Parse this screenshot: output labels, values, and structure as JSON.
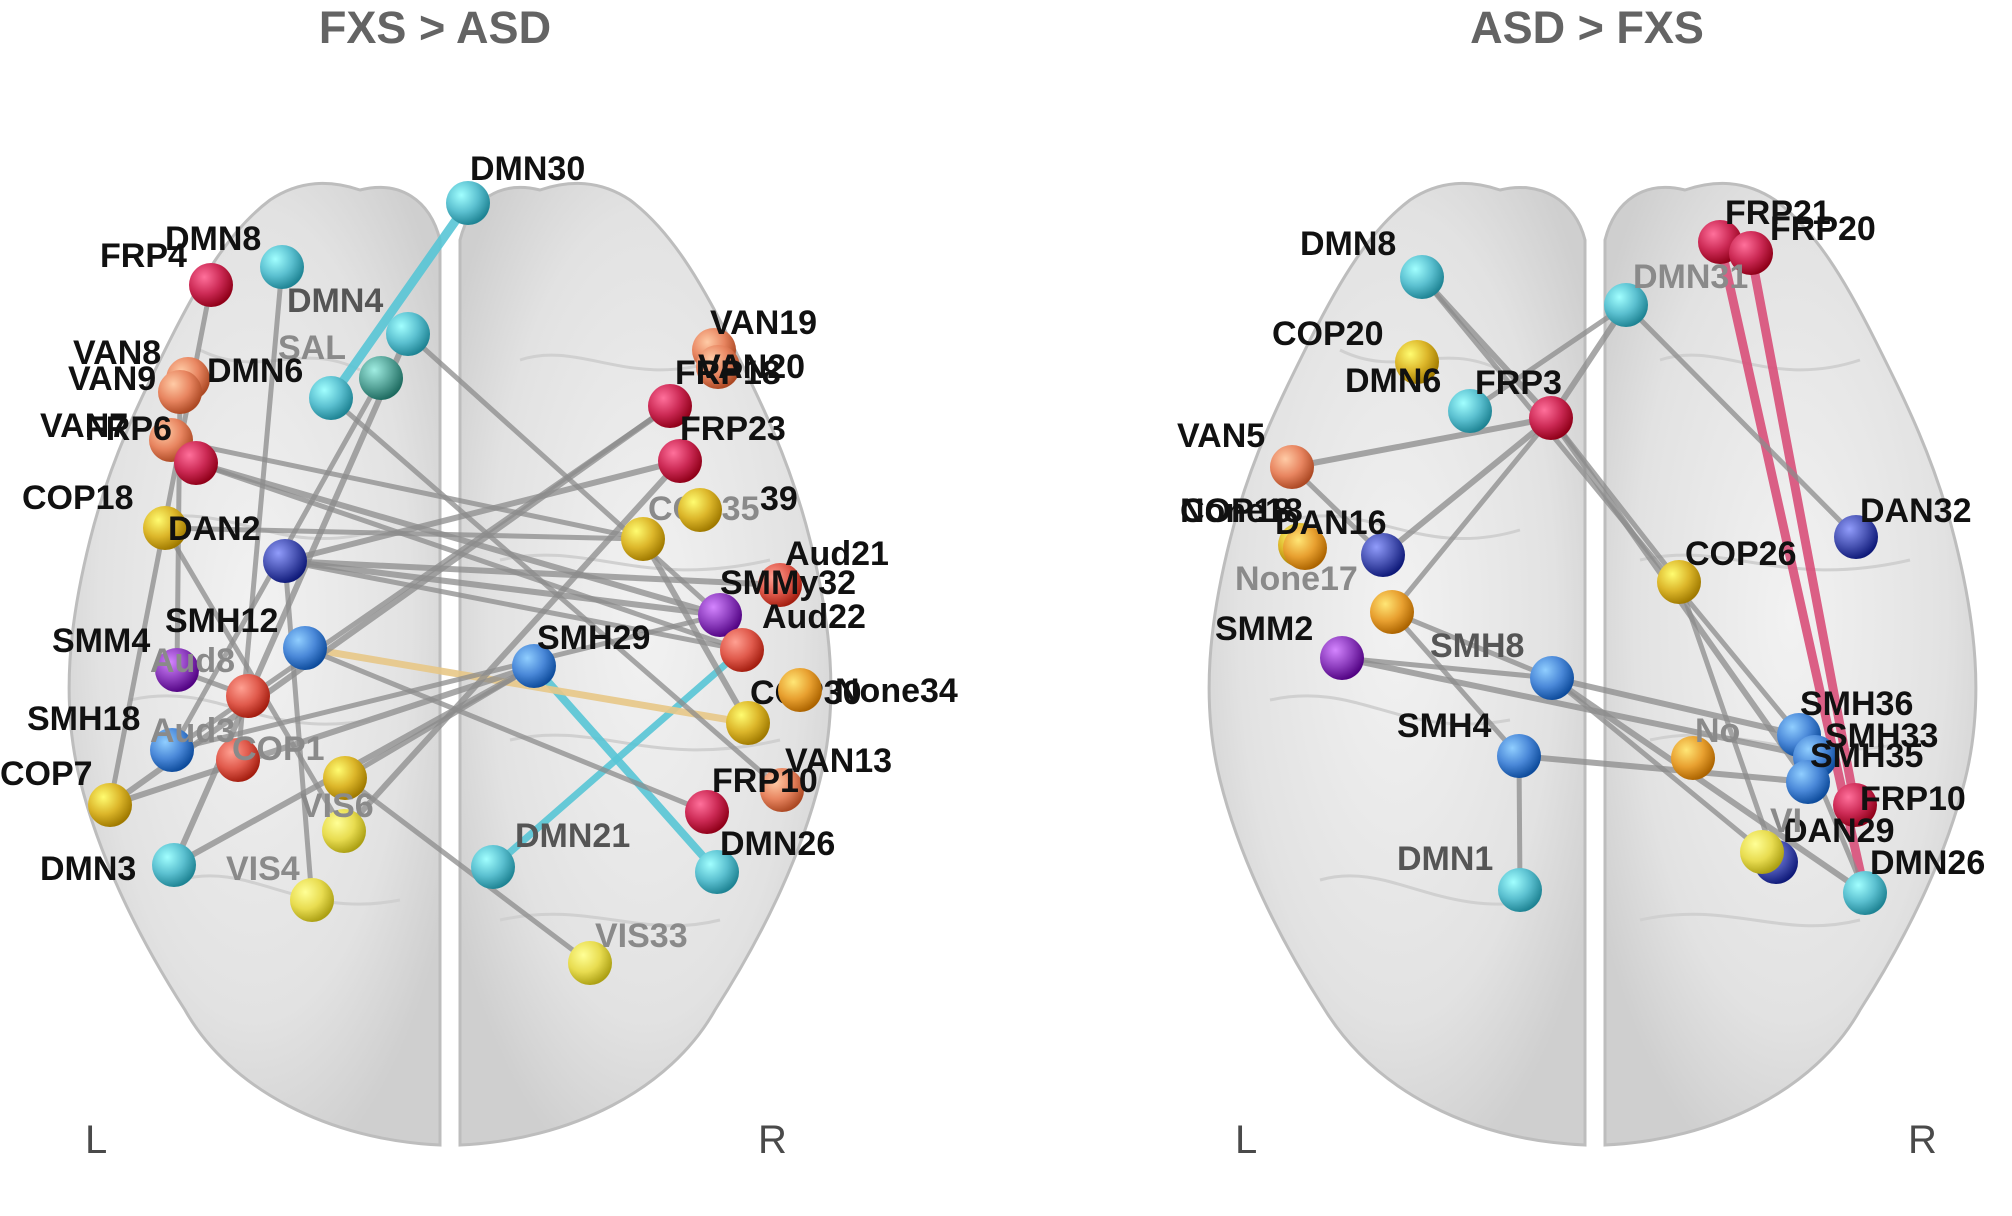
{
  "panels": [
    {
      "id": "left",
      "title": "FXS > ASD",
      "side_left": "L",
      "side_right": "R"
    },
    {
      "id": "right",
      "title": "ASD > FXS",
      "side_left": "L",
      "side_right": "R"
    }
  ],
  "network_colors": {
    "DMN": "#5bc0d0",
    "FRP": "#cc2a55",
    "VAN": "#e88560",
    "SAL": "#5aa79c",
    "COP": "#dcb62a",
    "DAN": "#4b56b5",
    "SMH": "#4a88d8",
    "SMM": "#8e3fbf",
    "Aud": "#e05a4c",
    "VIS": "#e8dc50",
    "None": "#e8a030",
    "edge_gray": "#8c8c8c",
    "edge_cyan": "#58c6d6",
    "edge_tan": "#e8c888",
    "edge_pink": "#d9507a"
  },
  "left_nodes": [
    {
      "id": "DMN30",
      "label": "DMN30",
      "net": "DMN",
      "tone": "dark"
    },
    {
      "id": "DMN8",
      "label": "DMN8",
      "net": "DMN",
      "tone": "dark"
    },
    {
      "id": "FRP4",
      "label": "FRP4",
      "net": "FRP",
      "tone": "dark"
    },
    {
      "id": "DMN4",
      "label": "DMN4",
      "net": "DMN",
      "tone": "mid"
    },
    {
      "id": "SAL",
      "label": "SAL",
      "net": "SAL",
      "tone": "faint"
    },
    {
      "id": "VAN8",
      "label": "VAN8",
      "net": "VAN",
      "tone": "dark"
    },
    {
      "id": "VAN9",
      "label": "VAN9",
      "net": "VAN",
      "tone": "dark"
    },
    {
      "id": "DMN6",
      "label": "DMN6",
      "net": "DMN",
      "tone": "dark"
    },
    {
      "id": "VAN7",
      "label": "VAN7",
      "net": "VAN",
      "tone": "dark"
    },
    {
      "id": "FRP6",
      "label": "FRP6",
      "net": "FRP",
      "tone": "dark"
    },
    {
      "id": "VAN19",
      "label": "VAN19",
      "net": "VAN",
      "tone": "dark"
    },
    {
      "id": "VAN20",
      "label": "VAN20",
      "net": "VAN",
      "tone": "dark"
    },
    {
      "id": "FRP18",
      "label": "FRP18",
      "net": "FRP",
      "tone": "dark"
    },
    {
      "id": "FRP23",
      "label": "FRP23",
      "net": "FRP",
      "tone": "dark"
    },
    {
      "id": "COP18",
      "label": "COP18",
      "net": "COP",
      "tone": "dark"
    },
    {
      "id": "DAN2",
      "label": "DAN2",
      "net": "DAN",
      "tone": "dark"
    },
    {
      "id": "COP35",
      "label": "COP35",
      "net": "COP",
      "tone": "faint"
    },
    {
      "id": "39",
      "label": "39",
      "net": "COP",
      "tone": "dark"
    },
    {
      "id": "Aud21",
      "label": "Aud21",
      "net": "Aud",
      "tone": "dark"
    },
    {
      "id": "SMM32",
      "label": "SMMy32",
      "net": "SMM",
      "tone": "dark"
    },
    {
      "id": "Aud22",
      "label": "Aud22",
      "net": "Aud",
      "tone": "dark"
    },
    {
      "id": "SMH12",
      "label": "SMH12",
      "net": "SMH",
      "tone": "dark"
    },
    {
      "id": "SMM4",
      "label": "SMM4",
      "net": "SMM",
      "tone": "dark"
    },
    {
      "id": "Aud8",
      "label": "Aud8",
      "net": "Aud",
      "tone": "faint"
    },
    {
      "id": "SMH29",
      "label": "SMH29",
      "net": "SMH",
      "tone": "dark"
    },
    {
      "id": "COP30",
      "label": "COP30",
      "net": "COP",
      "tone": "dark"
    },
    {
      "id": "None34",
      "label": "None34",
      "net": "None",
      "tone": "dark"
    },
    {
      "id": "SMH18",
      "label": "SMH18",
      "net": "SMH",
      "tone": "dark"
    },
    {
      "id": "Aud3",
      "label": "Aud3",
      "net": "Aud",
      "tone": "faint"
    },
    {
      "id": "COP1",
      "label": "COP1",
      "net": "COP",
      "tone": "faint"
    },
    {
      "id": "VAN13",
      "label": "VAN13",
      "net": "VAN",
      "tone": "dark"
    },
    {
      "id": "COP7",
      "label": "COP7",
      "net": "COP",
      "tone": "dark"
    },
    {
      "id": "VIS6",
      "label": "VIS6",
      "net": "VIS",
      "tone": "faint"
    },
    {
      "id": "FRP10",
      "label": "FRP10",
      "net": "FRP",
      "tone": "dark"
    },
    {
      "id": "DMN21",
      "label": "DMN21",
      "net": "DMN",
      "tone": "mid"
    },
    {
      "id": "DMN26",
      "label": "DMN26",
      "net": "DMN",
      "tone": "dark"
    },
    {
      "id": "DMN3",
      "label": "DMN3",
      "net": "DMN",
      "tone": "dark"
    },
    {
      "id": "VIS4",
      "label": "VIS4",
      "net": "VIS",
      "tone": "faint"
    },
    {
      "id": "VIS33",
      "label": "VIS33",
      "net": "VIS",
      "tone": "faint"
    }
  ],
  "right_nodes": [
    {
      "id": "FRP21",
      "label": "FRP21",
      "net": "FRP",
      "tone": "dark"
    },
    {
      "id": "FRP20",
      "label": "FRP20",
      "net": "FRP",
      "tone": "dark"
    },
    {
      "id": "DMN8",
      "label": "DMN8",
      "net": "DMN",
      "tone": "dark"
    },
    {
      "id": "DMN31",
      "label": "DMN31",
      "net": "DMN",
      "tone": "faint"
    },
    {
      "id": "COP20",
      "label": "COP20",
      "net": "COP",
      "tone": "dark"
    },
    {
      "id": "DMN6",
      "label": "DMN6",
      "net": "DMN",
      "tone": "dark"
    },
    {
      "id": "FRP3",
      "label": "FRP3",
      "net": "FRP",
      "tone": "dark"
    },
    {
      "id": "VAN5",
      "label": "VAN5",
      "net": "VAN",
      "tone": "dark"
    },
    {
      "id": "COP18",
      "label": "COP18",
      "net": "COP",
      "tone": "dark"
    },
    {
      "id": "None18",
      "label": "None18",
      "net": "None",
      "tone": "dark"
    },
    {
      "id": "DAN16",
      "label": "DAN16",
      "net": "DAN",
      "tone": "dark"
    },
    {
      "id": "DAN32",
      "label": "DAN32",
      "net": "DAN",
      "tone": "dark"
    },
    {
      "id": "COP26",
      "label": "COP26",
      "net": "COP",
      "tone": "dark"
    },
    {
      "id": "None17",
      "label": "None17",
      "net": "None",
      "tone": "faint"
    },
    {
      "id": "SMM2",
      "label": "SMM2",
      "net": "SMM",
      "tone": "dark"
    },
    {
      "id": "SMH8",
      "label": "SMH8",
      "net": "SMH",
      "tone": "mid"
    },
    {
      "id": "SMH4",
      "label": "SMH4",
      "net": "SMH",
      "tone": "dark"
    },
    {
      "id": "None",
      "label": "No",
      "net": "None",
      "tone": "faint"
    },
    {
      "id": "SMH36",
      "label": "SMH36",
      "net": "SMH",
      "tone": "dark"
    },
    {
      "id": "SMH33",
      "label": "SMH33",
      "net": "SMH",
      "tone": "dark"
    },
    {
      "id": "SMH35",
      "label": "SMH35",
      "net": "SMH",
      "tone": "dark"
    },
    {
      "id": "FRP10",
      "label": "FRP10",
      "net": "FRP",
      "tone": "dark"
    },
    {
      "id": "DAN29",
      "label": "DAN29",
      "net": "DAN",
      "tone": "dark"
    },
    {
      "id": "VIS",
      "label": "VI",
      "net": "VIS",
      "tone": "faint"
    },
    {
      "id": "DMN26",
      "label": "DMN26",
      "net": "DMN",
      "tone": "dark"
    },
    {
      "id": "DMN1",
      "label": "DMN1",
      "net": "DMN",
      "tone": "mid"
    }
  ]
}
